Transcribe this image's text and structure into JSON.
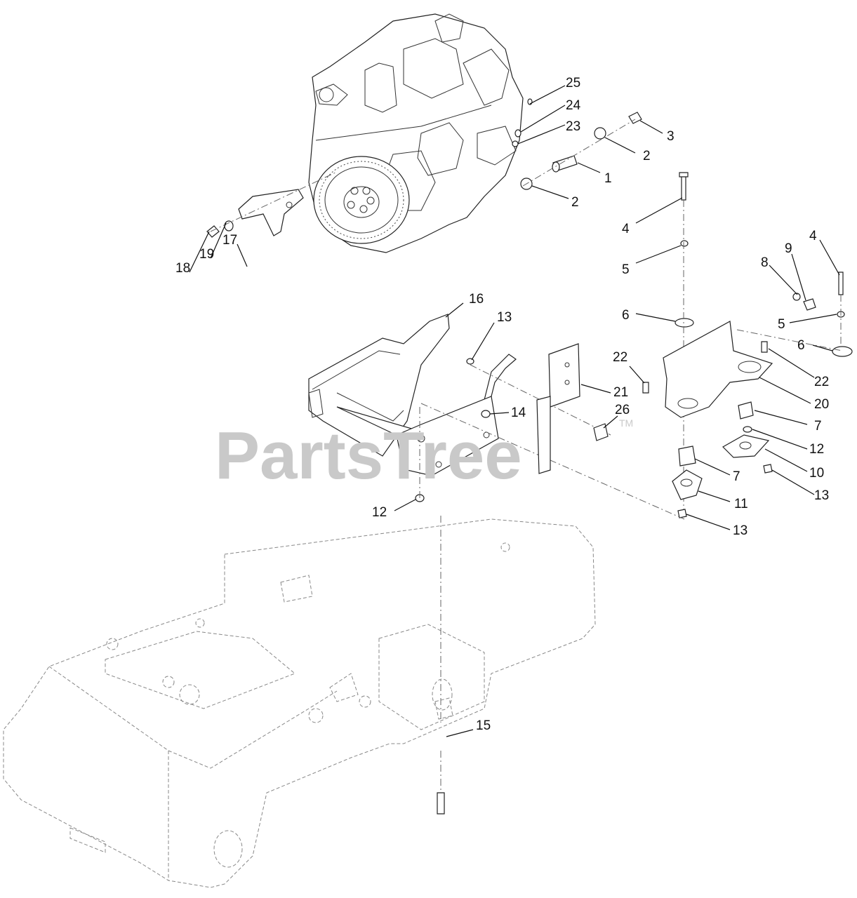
{
  "watermark": {
    "text": "PartsTree",
    "trademark": "TM"
  },
  "callouts": [
    {
      "id": "c25",
      "label": "25"
    },
    {
      "id": "c24",
      "label": "24"
    },
    {
      "id": "c23",
      "label": "23"
    },
    {
      "id": "c3",
      "label": "3"
    },
    {
      "id": "c2a",
      "label": "2"
    },
    {
      "id": "c1",
      "label": "1"
    },
    {
      "id": "c2b",
      "label": "2"
    },
    {
      "id": "c17",
      "label": "17"
    },
    {
      "id": "c19",
      "label": "19"
    },
    {
      "id": "c18",
      "label": "18"
    },
    {
      "id": "c4a",
      "label": "4"
    },
    {
      "id": "c5a",
      "label": "5"
    },
    {
      "id": "c6a",
      "label": "6"
    },
    {
      "id": "c9",
      "label": "9"
    },
    {
      "id": "c8",
      "label": "8"
    },
    {
      "id": "c4b",
      "label": "4"
    },
    {
      "id": "c5b",
      "label": "5"
    },
    {
      "id": "c6b",
      "label": "6"
    },
    {
      "id": "c16",
      "label": "16"
    },
    {
      "id": "c13a",
      "label": "13"
    },
    {
      "id": "c22a",
      "label": "22"
    },
    {
      "id": "c22b",
      "label": "22"
    },
    {
      "id": "c21",
      "label": "21"
    },
    {
      "id": "c20",
      "label": "20"
    },
    {
      "id": "c14",
      "label": "14"
    },
    {
      "id": "c26",
      "label": "26"
    },
    {
      "id": "c7a",
      "label": "7"
    },
    {
      "id": "c12a",
      "label": "12"
    },
    {
      "id": "c10",
      "label": "10"
    },
    {
      "id": "c7b",
      "label": "7"
    },
    {
      "id": "c13b",
      "label": "13"
    },
    {
      "id": "c11",
      "label": "11"
    },
    {
      "id": "c12b",
      "label": "12"
    },
    {
      "id": "c13c",
      "label": "13"
    },
    {
      "id": "c15",
      "label": "15"
    }
  ]
}
